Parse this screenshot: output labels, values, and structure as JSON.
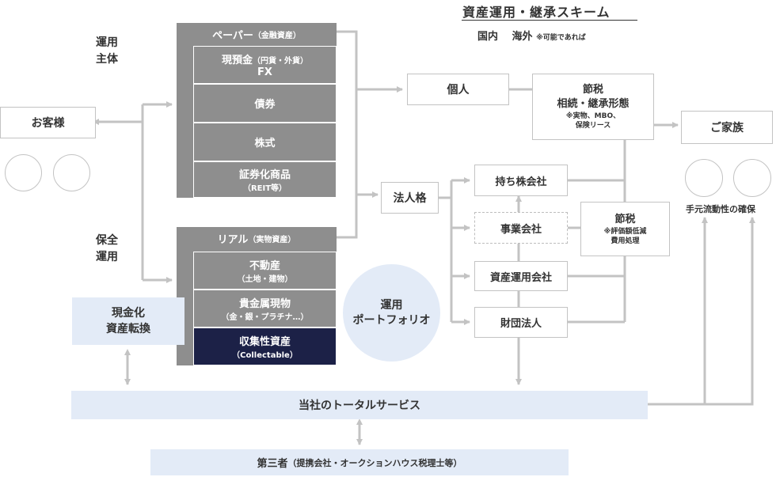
{
  "title": "資産運用・継承スキーム",
  "subtitle_main": "国内　 海外",
  "subtitle_note": "※可能であれば",
  "operator_label_1": "運用\n主体",
  "operator_label_2": "保全\n運用",
  "customer": "お客様",
  "paper": {
    "title": "ペーパー",
    "title_note": "（金融資産）",
    "items": [
      {
        "main": "現預金",
        "sub": "（円貨・外貨）",
        "line2": "FX"
      },
      {
        "main": "債券"
      },
      {
        "main": "株式"
      },
      {
        "main": "証券化商品",
        "sub": "（REIT等）"
      }
    ]
  },
  "real": {
    "title": "リアル",
    "title_note": "（実物資産）",
    "items": [
      {
        "main": "不動産",
        "sub": "（土地・建物）"
      },
      {
        "main": "貴金属現物",
        "sub": "（金・銀・プラチナ…）"
      },
      {
        "main": "収集性資産",
        "sub": "（Collectable）"
      }
    ]
  },
  "cash_conversion": "現金化\n資産転換",
  "portfolio": "運用\nポートフォリオ",
  "individual": "個人",
  "corporation": "法人格",
  "tax_top": {
    "title": "節税",
    "line2": "相続・継承形態",
    "note": "※実物、MBO、\n保険リース"
  },
  "family": "ご家族",
  "companies": [
    "持ち株会社",
    "事業会社",
    "資産運用会社",
    "財団法人"
  ],
  "tax_mid": {
    "title": "節税",
    "note": "※評価額低減\n費用処理"
  },
  "liquidity": "手元流動性の確保",
  "total_service": "当社のトータルサービス",
  "third_party": {
    "main": "第三者",
    "sub": "（提携会社・オークションハウス税理士等）"
  },
  "colors": {
    "panel": "#8e8e8e",
    "dark_cell": "#1c2147",
    "pale": "#e3ebf7",
    "line": "#c3c3c3"
  }
}
